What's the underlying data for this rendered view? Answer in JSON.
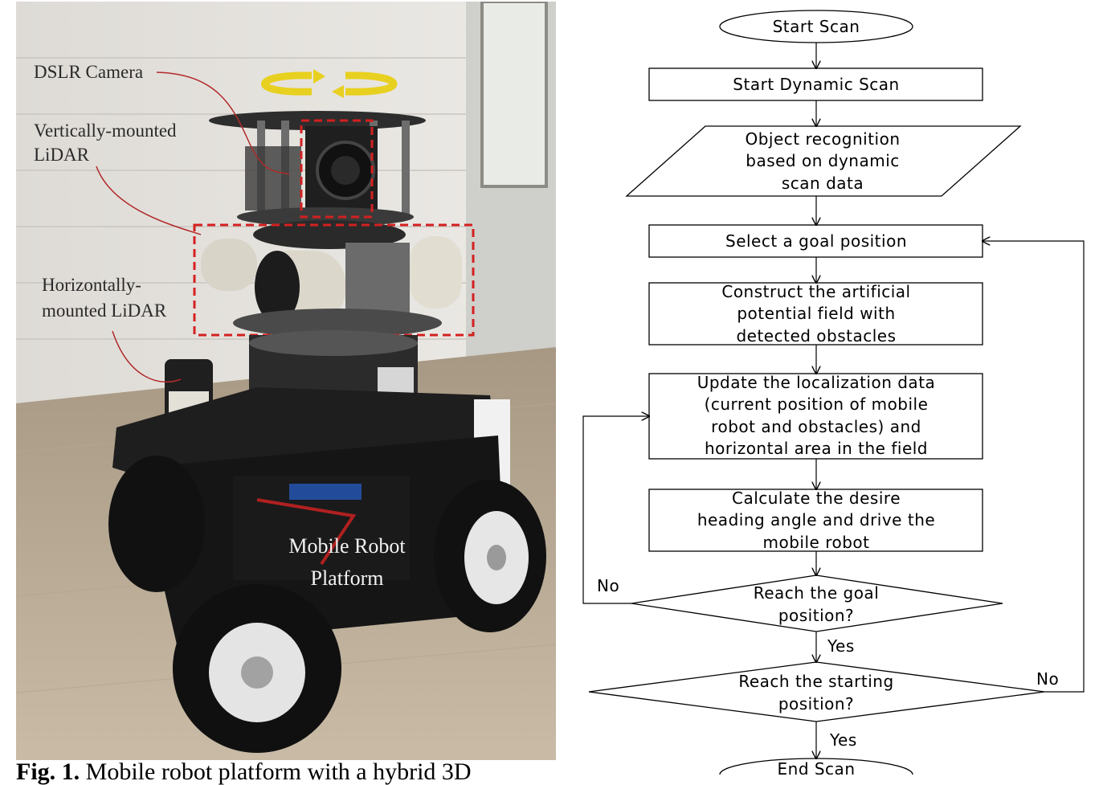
{
  "photo": {
    "labels": {
      "dslr": "DSLR Camera",
      "vertical_lidar": [
        "Vertically-mounted",
        "LiDAR"
      ],
      "horizontal_lidar": [
        "Horizontally-",
        "mounted LiDAR"
      ],
      "platform": [
        "Mobile Robot",
        "Platform"
      ]
    },
    "colors": {
      "highlight_box": "#d42020",
      "rotation_arrows": "#e8d020"
    }
  },
  "caption": {
    "label": "Fig. 1.",
    "text": " Mobile robot platform with a hybrid 3D"
  },
  "flowchart": {
    "start": "Start Scan",
    "step1": "Start Dynamic Scan",
    "step2": [
      "Object recognition",
      "based on dynamic",
      "scan data"
    ],
    "step3": "Select a goal position",
    "step4": [
      "Construct the artificial",
      "potential field with",
      "detected obstacles"
    ],
    "step5": [
      "Update the localization data",
      "(current position of mobile",
      "robot and obstacles) and",
      "horizontal area in the field"
    ],
    "step6": [
      "Calculate the desire",
      "heading angle and drive the",
      "mobile robot"
    ],
    "decision1": [
      "Reach the goal",
      "position?"
    ],
    "decision2": [
      "Reach the starting",
      "position?"
    ],
    "end": "End Scan",
    "labels": {
      "yes1": "Yes",
      "no1": "No",
      "yes2": "Yes",
      "no2": "No"
    }
  }
}
